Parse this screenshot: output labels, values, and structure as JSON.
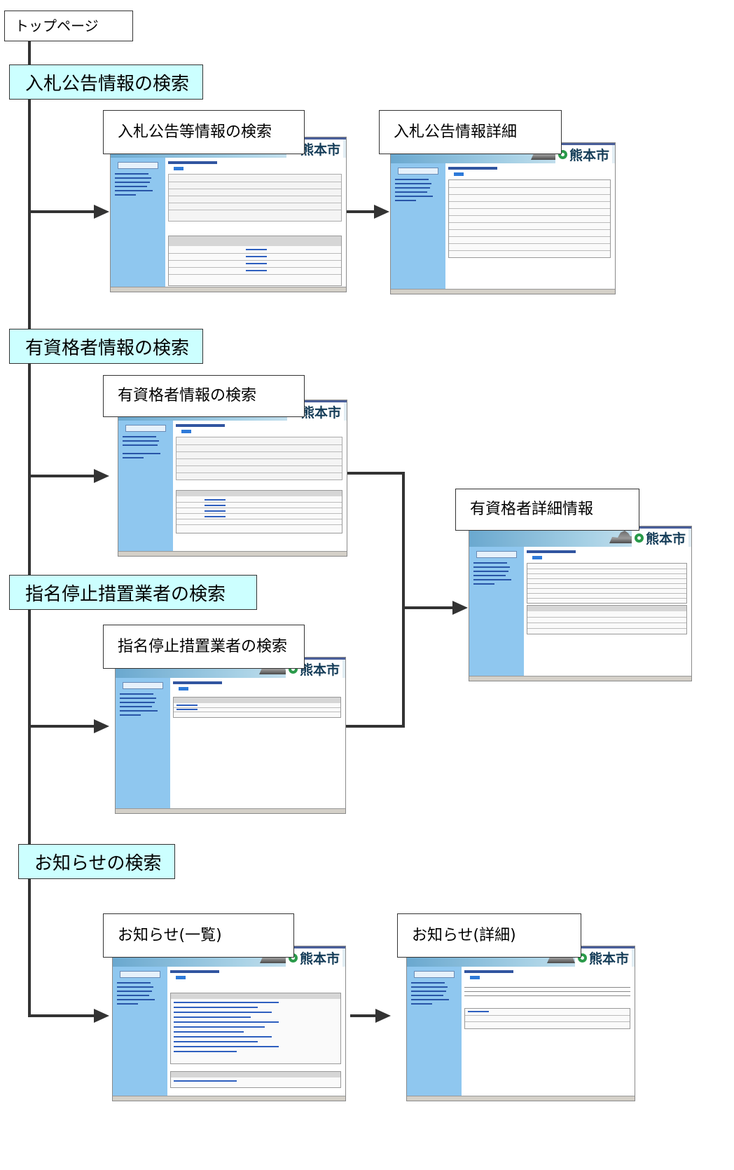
{
  "top": {
    "label": "トップページ"
  },
  "sections": [
    {
      "id": "nyusatsu",
      "title": "入札公告情報の検索",
      "screens": [
        {
          "label": "入札公告等情報の検索",
          "logo": "熊本市"
        },
        {
          "label": "入札公告情報詳細",
          "logo": "熊本市"
        }
      ]
    },
    {
      "id": "yushikaku",
      "title": "有資格者情報の検索",
      "screens": [
        {
          "label": "有資格者情報の検索",
          "logo": "熊本市"
        }
      ]
    },
    {
      "id": "shimei",
      "title": "指名停止措置業者の検索",
      "screens": [
        {
          "label": "指名停止措置業者の検索",
          "logo": "熊本市"
        }
      ]
    },
    {
      "id": "oshirase",
      "title": "お知らせの検索",
      "screens": [
        {
          "label": "お知らせ(一覧)",
          "logo": "熊本市"
        },
        {
          "label": "お知らせ(詳細)",
          "logo": "熊本市"
        }
      ]
    }
  ],
  "shared_detail": {
    "label": "有資格者詳細情報",
    "logo": "熊本市"
  },
  "colors": {
    "section_fill": "#ccffff",
    "line": "#333333",
    "sidebar": "#8fc7ef"
  }
}
